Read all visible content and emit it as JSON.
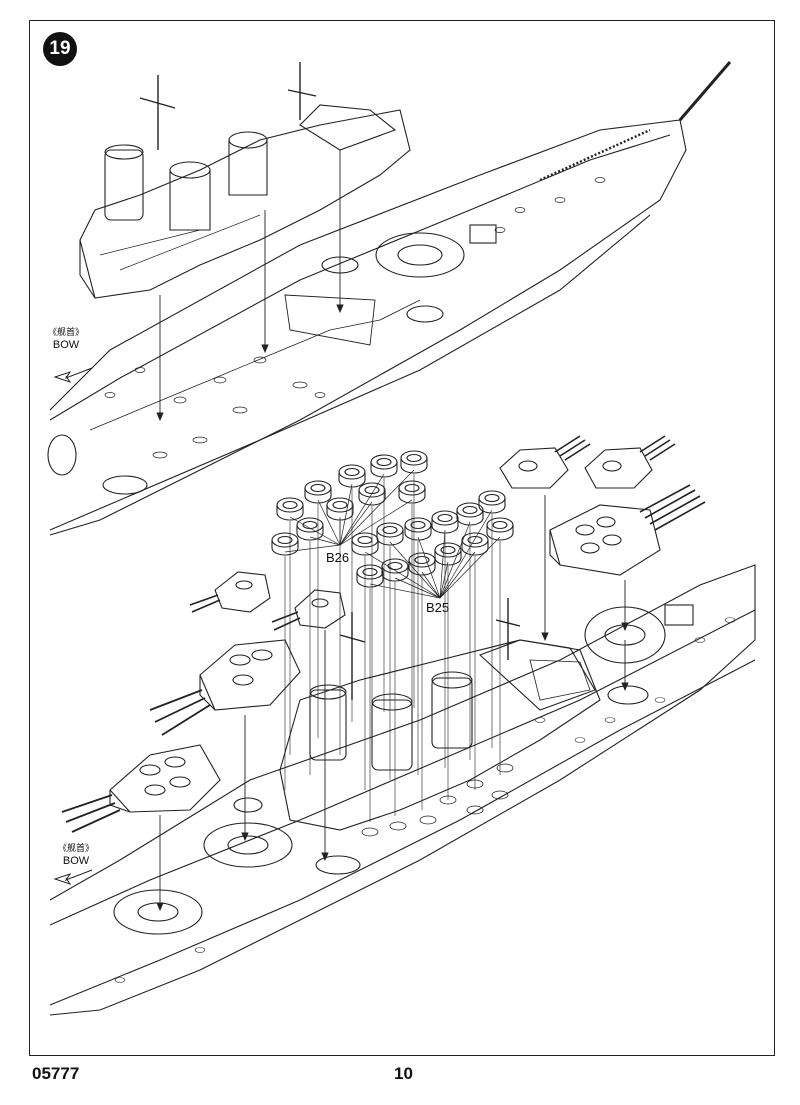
{
  "step": {
    "number": "19"
  },
  "upper_view": {
    "bow_label_cn": "《舰首》",
    "bow_label_en": "BOW"
  },
  "lower_view": {
    "bow_label_cn": "《舰首》",
    "bow_label_en": "BOW",
    "parts": [
      "B26",
      "B25"
    ]
  },
  "footer": {
    "kit_code": "05777",
    "page_number": "10"
  }
}
